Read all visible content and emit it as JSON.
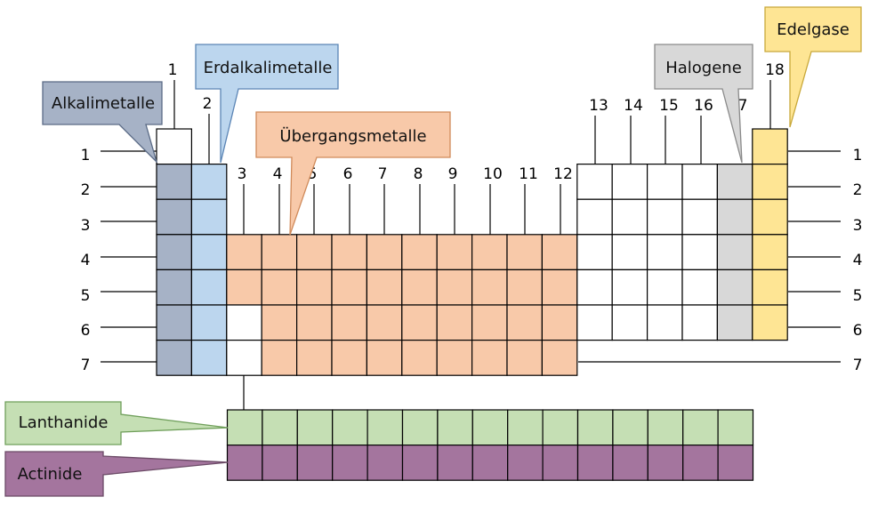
{
  "group_numbers": [
    "1",
    "2",
    "3",
    "4",
    "5",
    "6",
    "7",
    "8",
    "9",
    "10",
    "11",
    "12",
    "13",
    "14",
    "15",
    "16",
    "7",
    "18"
  ],
  "period_numbers": [
    "1",
    "2",
    "3",
    "4",
    "5",
    "6",
    "7"
  ],
  "callouts": {
    "alkali": "Alkalimetalle",
    "alkaline_earth": "Erdalkalimetalle",
    "transition": "Übergangsmetalle",
    "halogen": "Halogene",
    "noble_gas": "Edelgase",
    "lanthanide": "Lanthanide",
    "actinide": "Actinide"
  },
  "colors": {
    "alkali": "#a6b2c6",
    "alkaline_earth": "#bcd6ee",
    "transition": "#f8c9a9",
    "halogen": "#d8d8d8",
    "noble_gas": "#fee594",
    "lanthanide": "#c5dfb4",
    "actinide": "#a4759e",
    "empty": "#ffffff"
  }
}
